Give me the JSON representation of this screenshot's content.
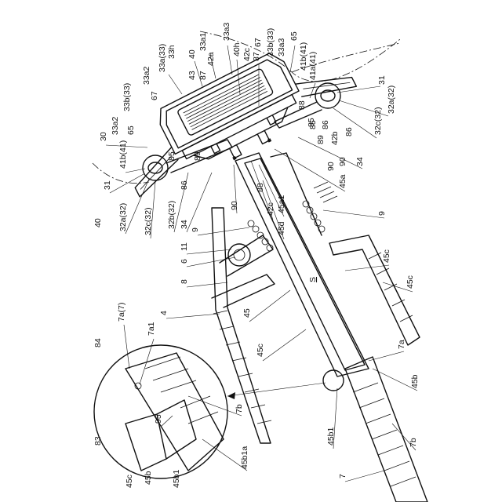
{
  "figure": {
    "reference_labels": [
      "33a(33)",
      "33h",
      "40",
      "33a1",
      "33a3",
      "40h",
      "42c",
      "42a",
      "87",
      "67",
      "33b(33)",
      "33a3",
      "65",
      "41b(41)",
      "41a(41)",
      "31",
      "33a2",
      "33a2",
      "33b(33)",
      "67",
      "43",
      "87",
      "88",
      "85",
      "85",
      "86",
      "88",
      "89",
      "89",
      "42b",
      "32a(32)",
      "32c(32)",
      "86",
      "30",
      "65",
      "41b(41)",
      "85",
      "89",
      "90",
      "34",
      "88",
      "45a",
      "90",
      "31",
      "40",
      "32a(32)",
      "32c(32)",
      "32b(32)",
      "86",
      "34",
      "88",
      "45a1",
      "90",
      "42c",
      "45d",
      "9",
      "9",
      "11",
      "6",
      "8",
      "S",
      "45c",
      "45c",
      "4",
      "45",
      "45c",
      "7a",
      "45b",
      "7a(7)",
      "84",
      "7a1",
      "7b",
      "45b1",
      "83",
      "95",
      "45c",
      "45b",
      "45b1",
      "45b1a",
      "7b",
      "7"
    ]
  }
}
